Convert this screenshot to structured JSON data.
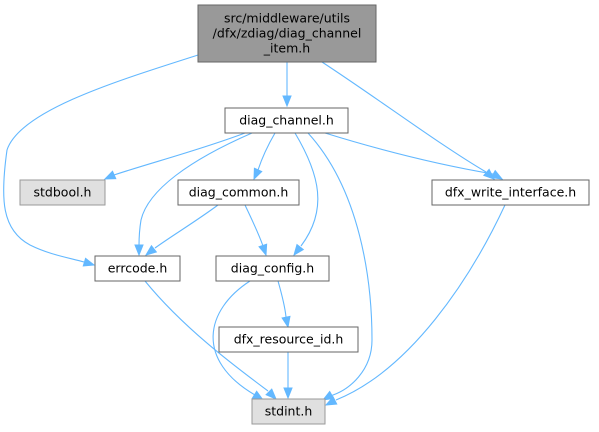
{
  "nodes": [
    {
      "id": "diag_channel_item",
      "lines": [
        "src/middleware/utils",
        "/dfx/zdiag/diag_channel",
        "_item.h"
      ],
      "style": "root"
    },
    {
      "id": "diag_channel",
      "lines": [
        "diag_channel.h"
      ],
      "style": "normal"
    },
    {
      "id": "stdbool",
      "lines": [
        "stdbool.h"
      ],
      "style": "system"
    },
    {
      "id": "diag_common",
      "lines": [
        "diag_common.h"
      ],
      "style": "normal"
    },
    {
      "id": "dfx_write_interface",
      "lines": [
        "dfx_write_interface.h"
      ],
      "style": "normal"
    },
    {
      "id": "errcode",
      "lines": [
        "errcode.h"
      ],
      "style": "normal"
    },
    {
      "id": "diag_config",
      "lines": [
        "diag_config.h"
      ],
      "style": "normal"
    },
    {
      "id": "dfx_resource_id",
      "lines": [
        "dfx_resource_id.h"
      ],
      "style": "normal"
    },
    {
      "id": "stdint",
      "lines": [
        "stdint.h"
      ],
      "style": "system"
    }
  ],
  "colors": {
    "edge": "#63b8ff",
    "root_fill": "#999999",
    "root_stroke": "#666666",
    "normal_fill": "#ffffff",
    "normal_stroke": "#666666",
    "system_fill": "#e0e0e0",
    "system_stroke": "#999999"
  }
}
